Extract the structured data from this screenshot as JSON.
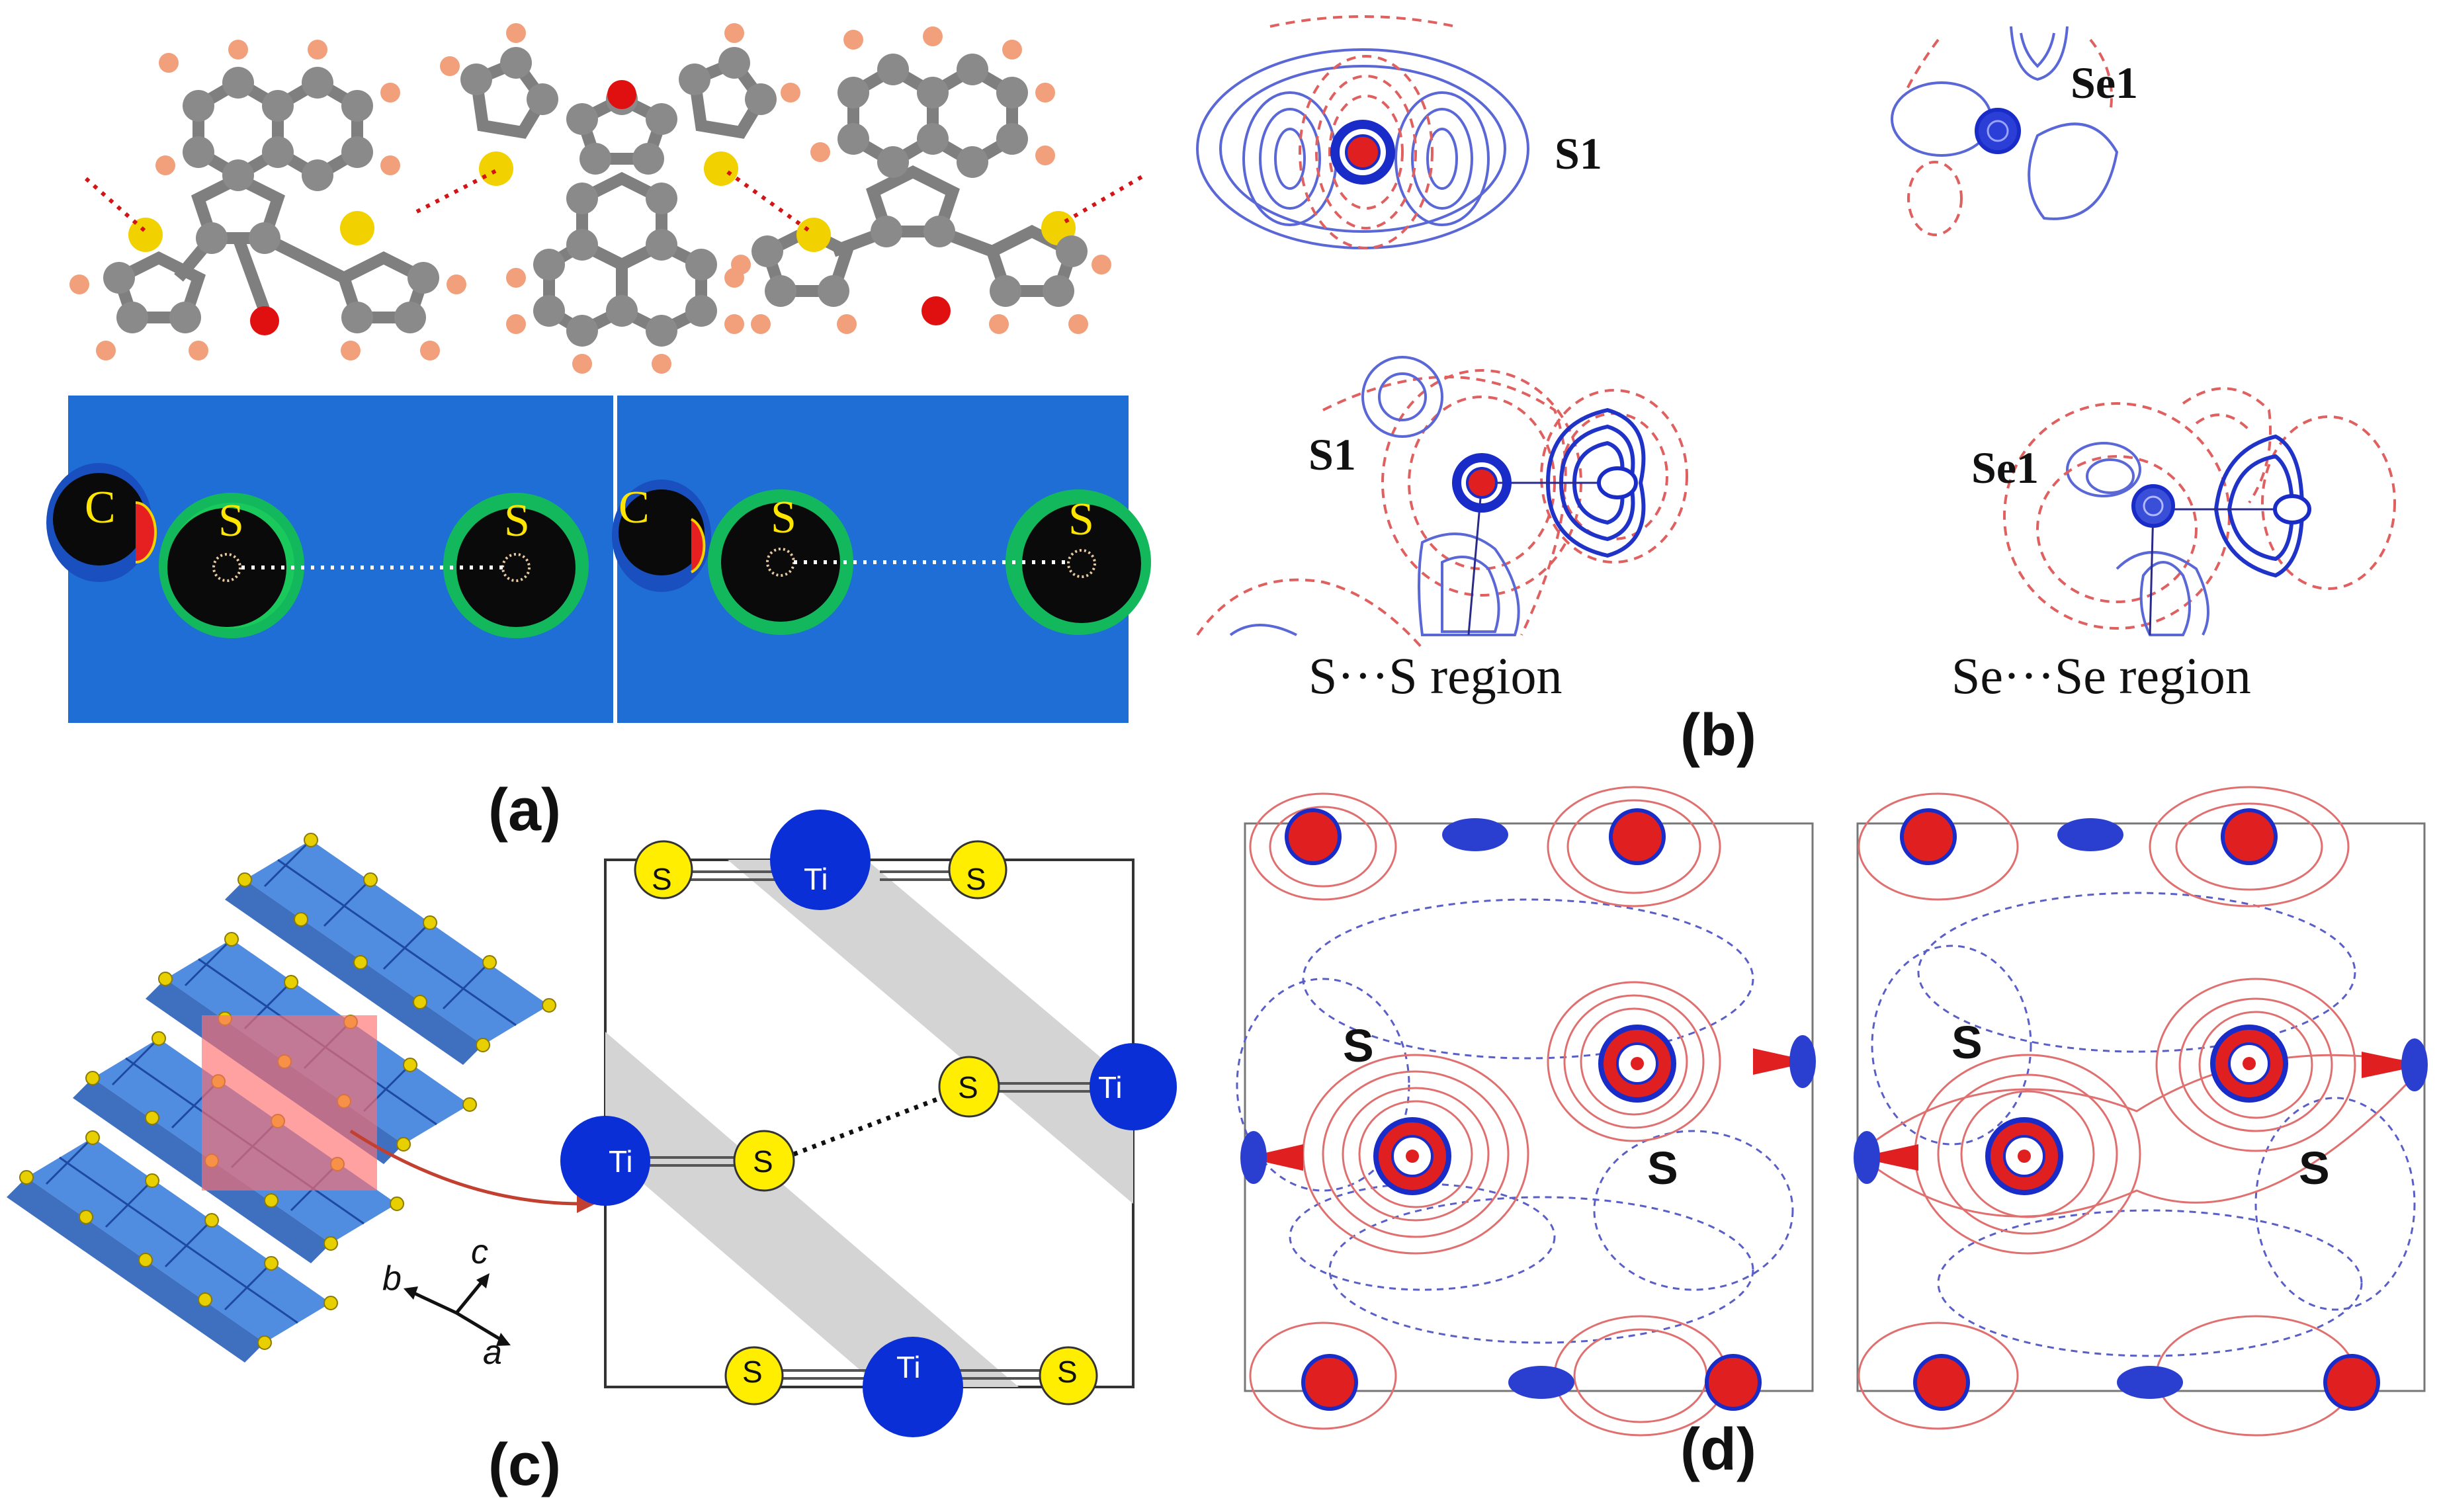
{
  "panels": {
    "a": {
      "label": "(a)",
      "density_atom_labels": [
        "C",
        "S",
        "S",
        "C",
        "S",
        "S"
      ]
    },
    "b": {
      "label": "(b)",
      "atom_labels": [
        "S1",
        "Se1",
        "S1",
        "Se1"
      ],
      "region_labels": [
        "S···S region",
        "Se···Se region"
      ]
    },
    "c": {
      "label": "(c)",
      "atom_labels": {
        "sulfur": "S",
        "titanium": "Ti"
      },
      "axes": [
        "b",
        "c",
        "a"
      ]
    },
    "d": {
      "label": "(d)",
      "atom_labels": [
        "S",
        "S",
        "S",
        "S"
      ]
    }
  },
  "colors": {
    "carbon": "#8a8a8a",
    "hydrogen": "#f2a07b",
    "sulfur": "#f2d100",
    "oxygen": "#e01010",
    "density_bg": "#1f6ed6",
    "contour_positive": "#3a4fd0",
    "contour_negative": "#e06060",
    "titanium": "#0a2fd6",
    "sulfur_ball": "#ffee00",
    "octahedra": "#3d7fdc",
    "highlight": "#ff6f6f"
  }
}
